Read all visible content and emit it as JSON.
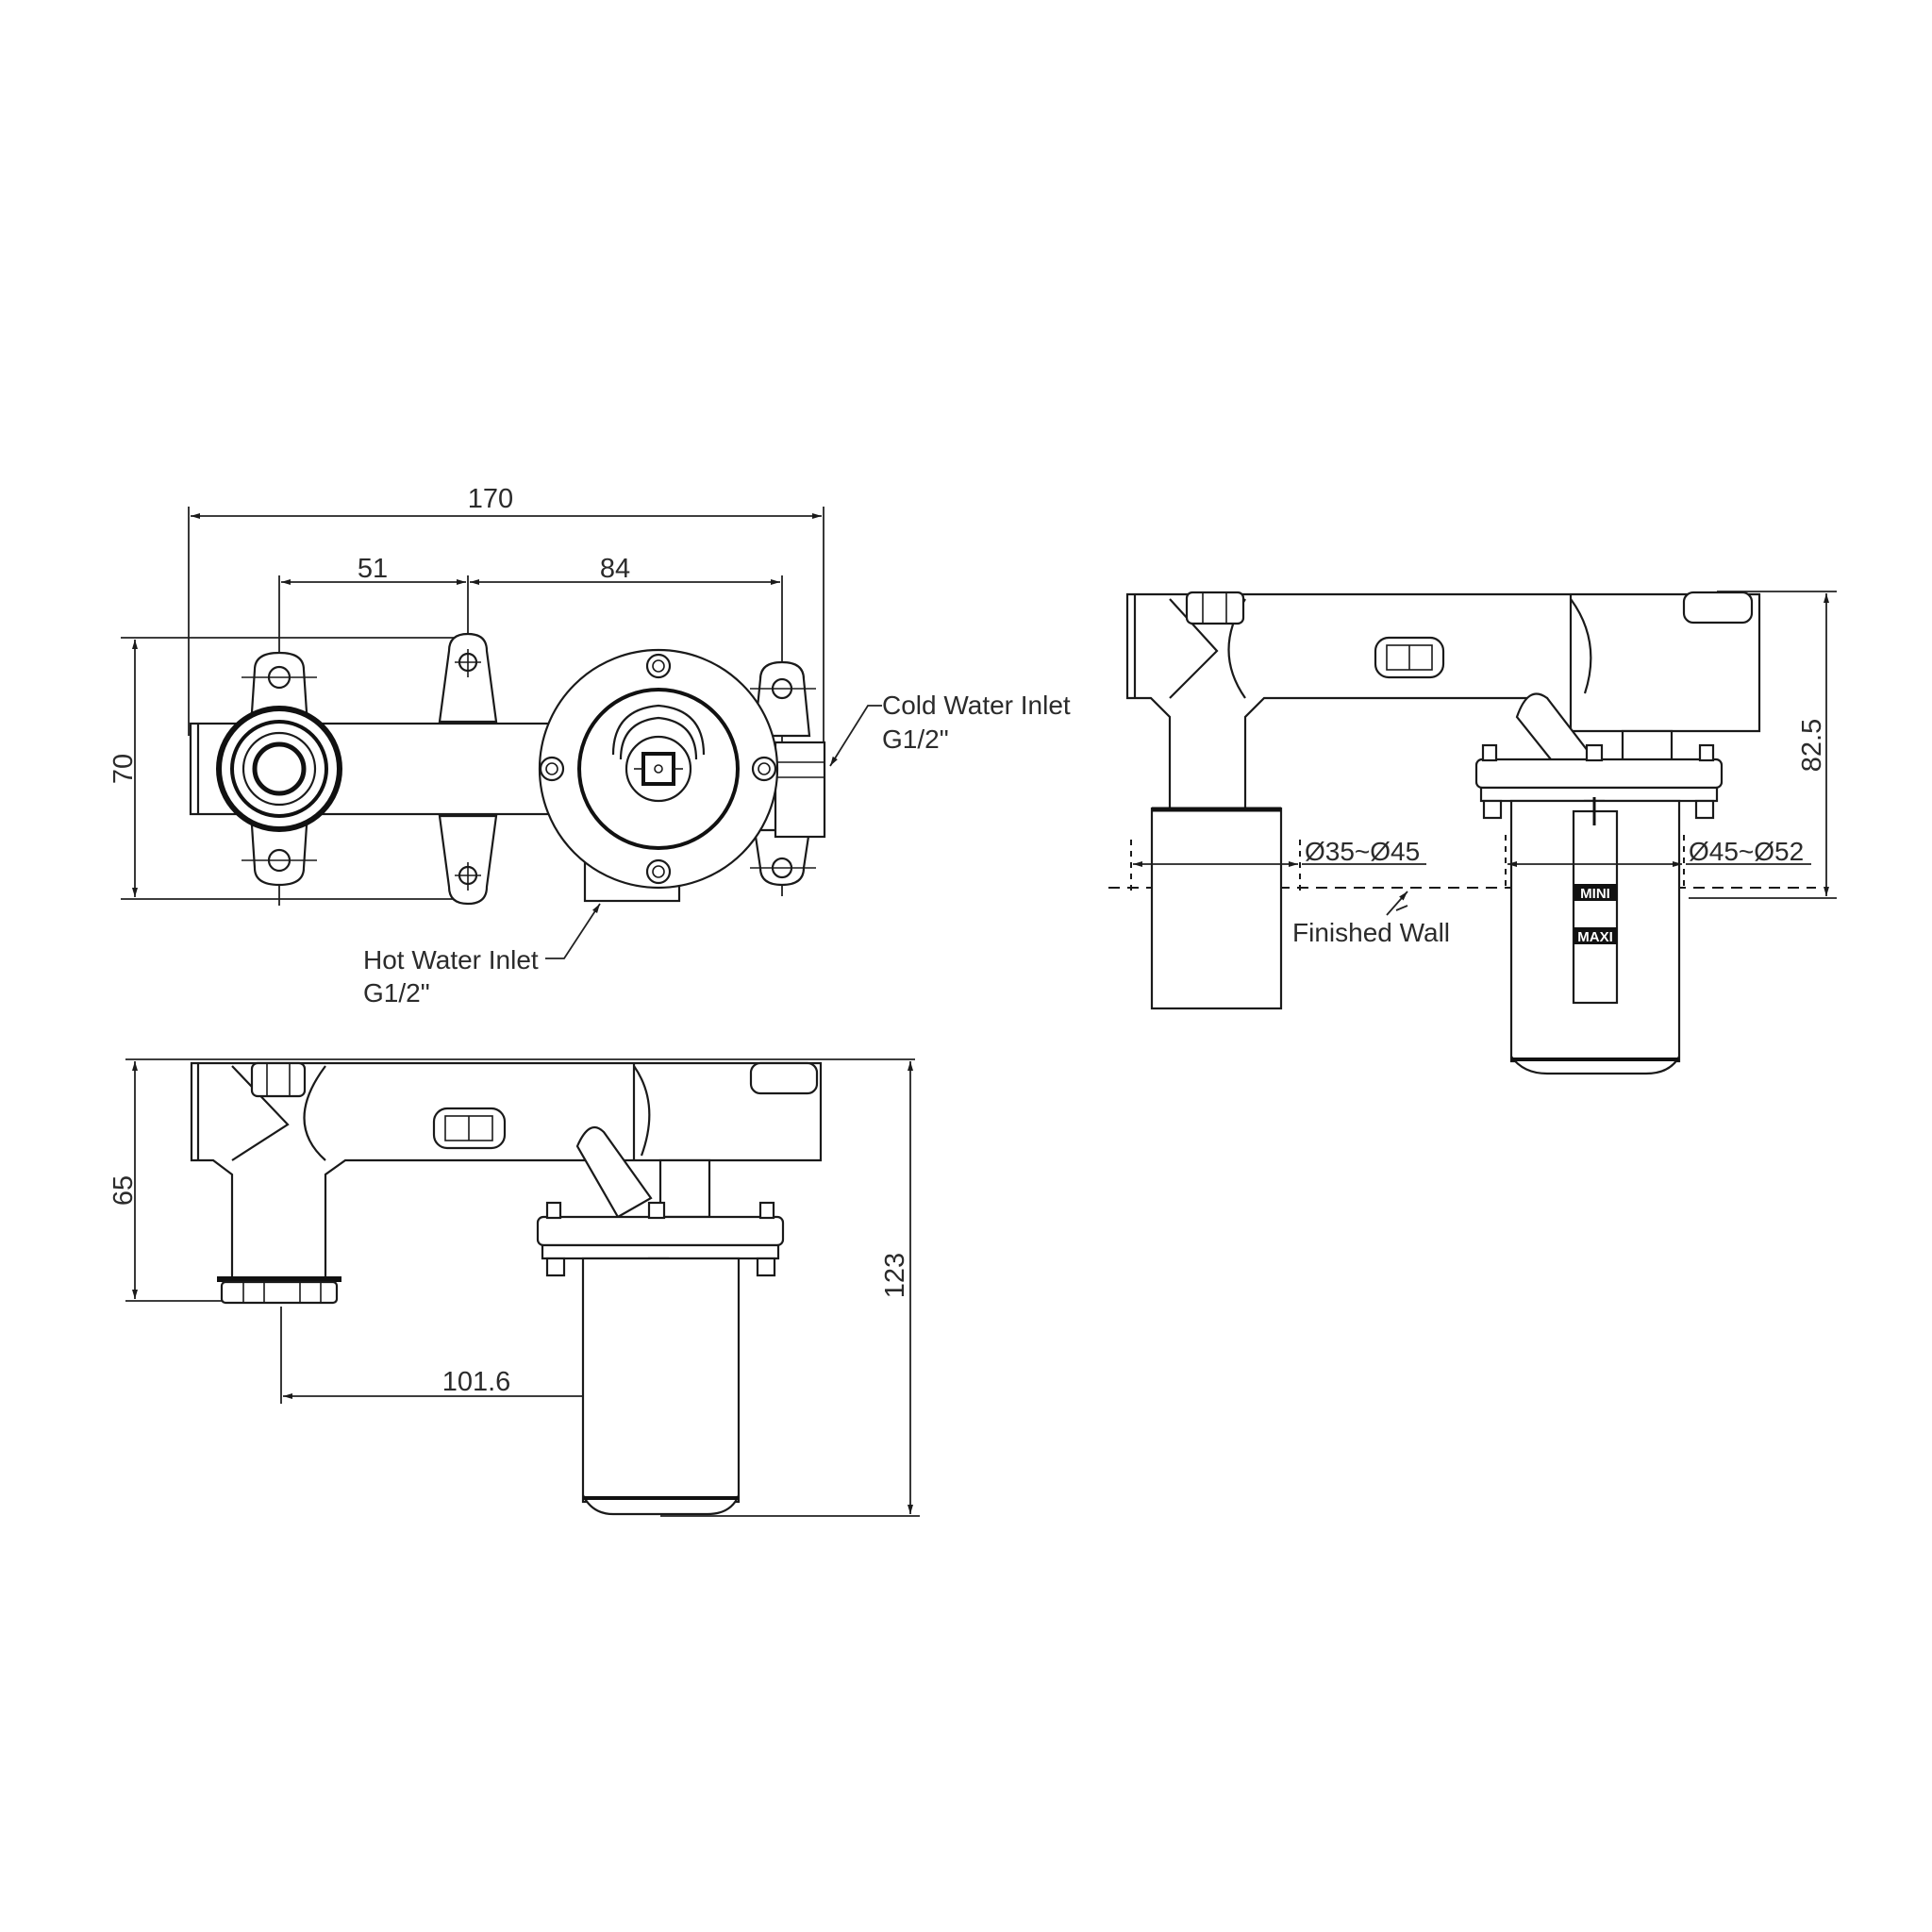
{
  "drawing": {
    "title": "Concealed wall-mounted mixer valve body - dimensional drawing",
    "units": "mm",
    "line_color": "#1a1a1a",
    "background": "#ffffff"
  },
  "front_view": {
    "dimensions": {
      "overall_width": "170",
      "left_spacing": "51",
      "right_spacing": "84",
      "height": "70"
    },
    "callouts": {
      "cold_inlet_label": "Cold Water Inlet",
      "cold_inlet_thread": "G1/2\"",
      "hot_inlet_label": "Hot Water Inlet",
      "hot_inlet_thread": "G1/2\""
    }
  },
  "side_view_bottom": {
    "dimensions": {
      "outlet_depth": "65",
      "overall_depth": "123",
      "center_distance": "101.6"
    }
  },
  "side_view_right": {
    "dimensions": {
      "overall_depth": "82.5",
      "spout_diameter_range": "Ø35~Ø45",
      "handle_diameter_range": "Ø45~Ø52"
    },
    "labels": {
      "finished_wall": "Finished Wall",
      "min_mark": "MINI",
      "max_mark": "MAXI"
    }
  }
}
